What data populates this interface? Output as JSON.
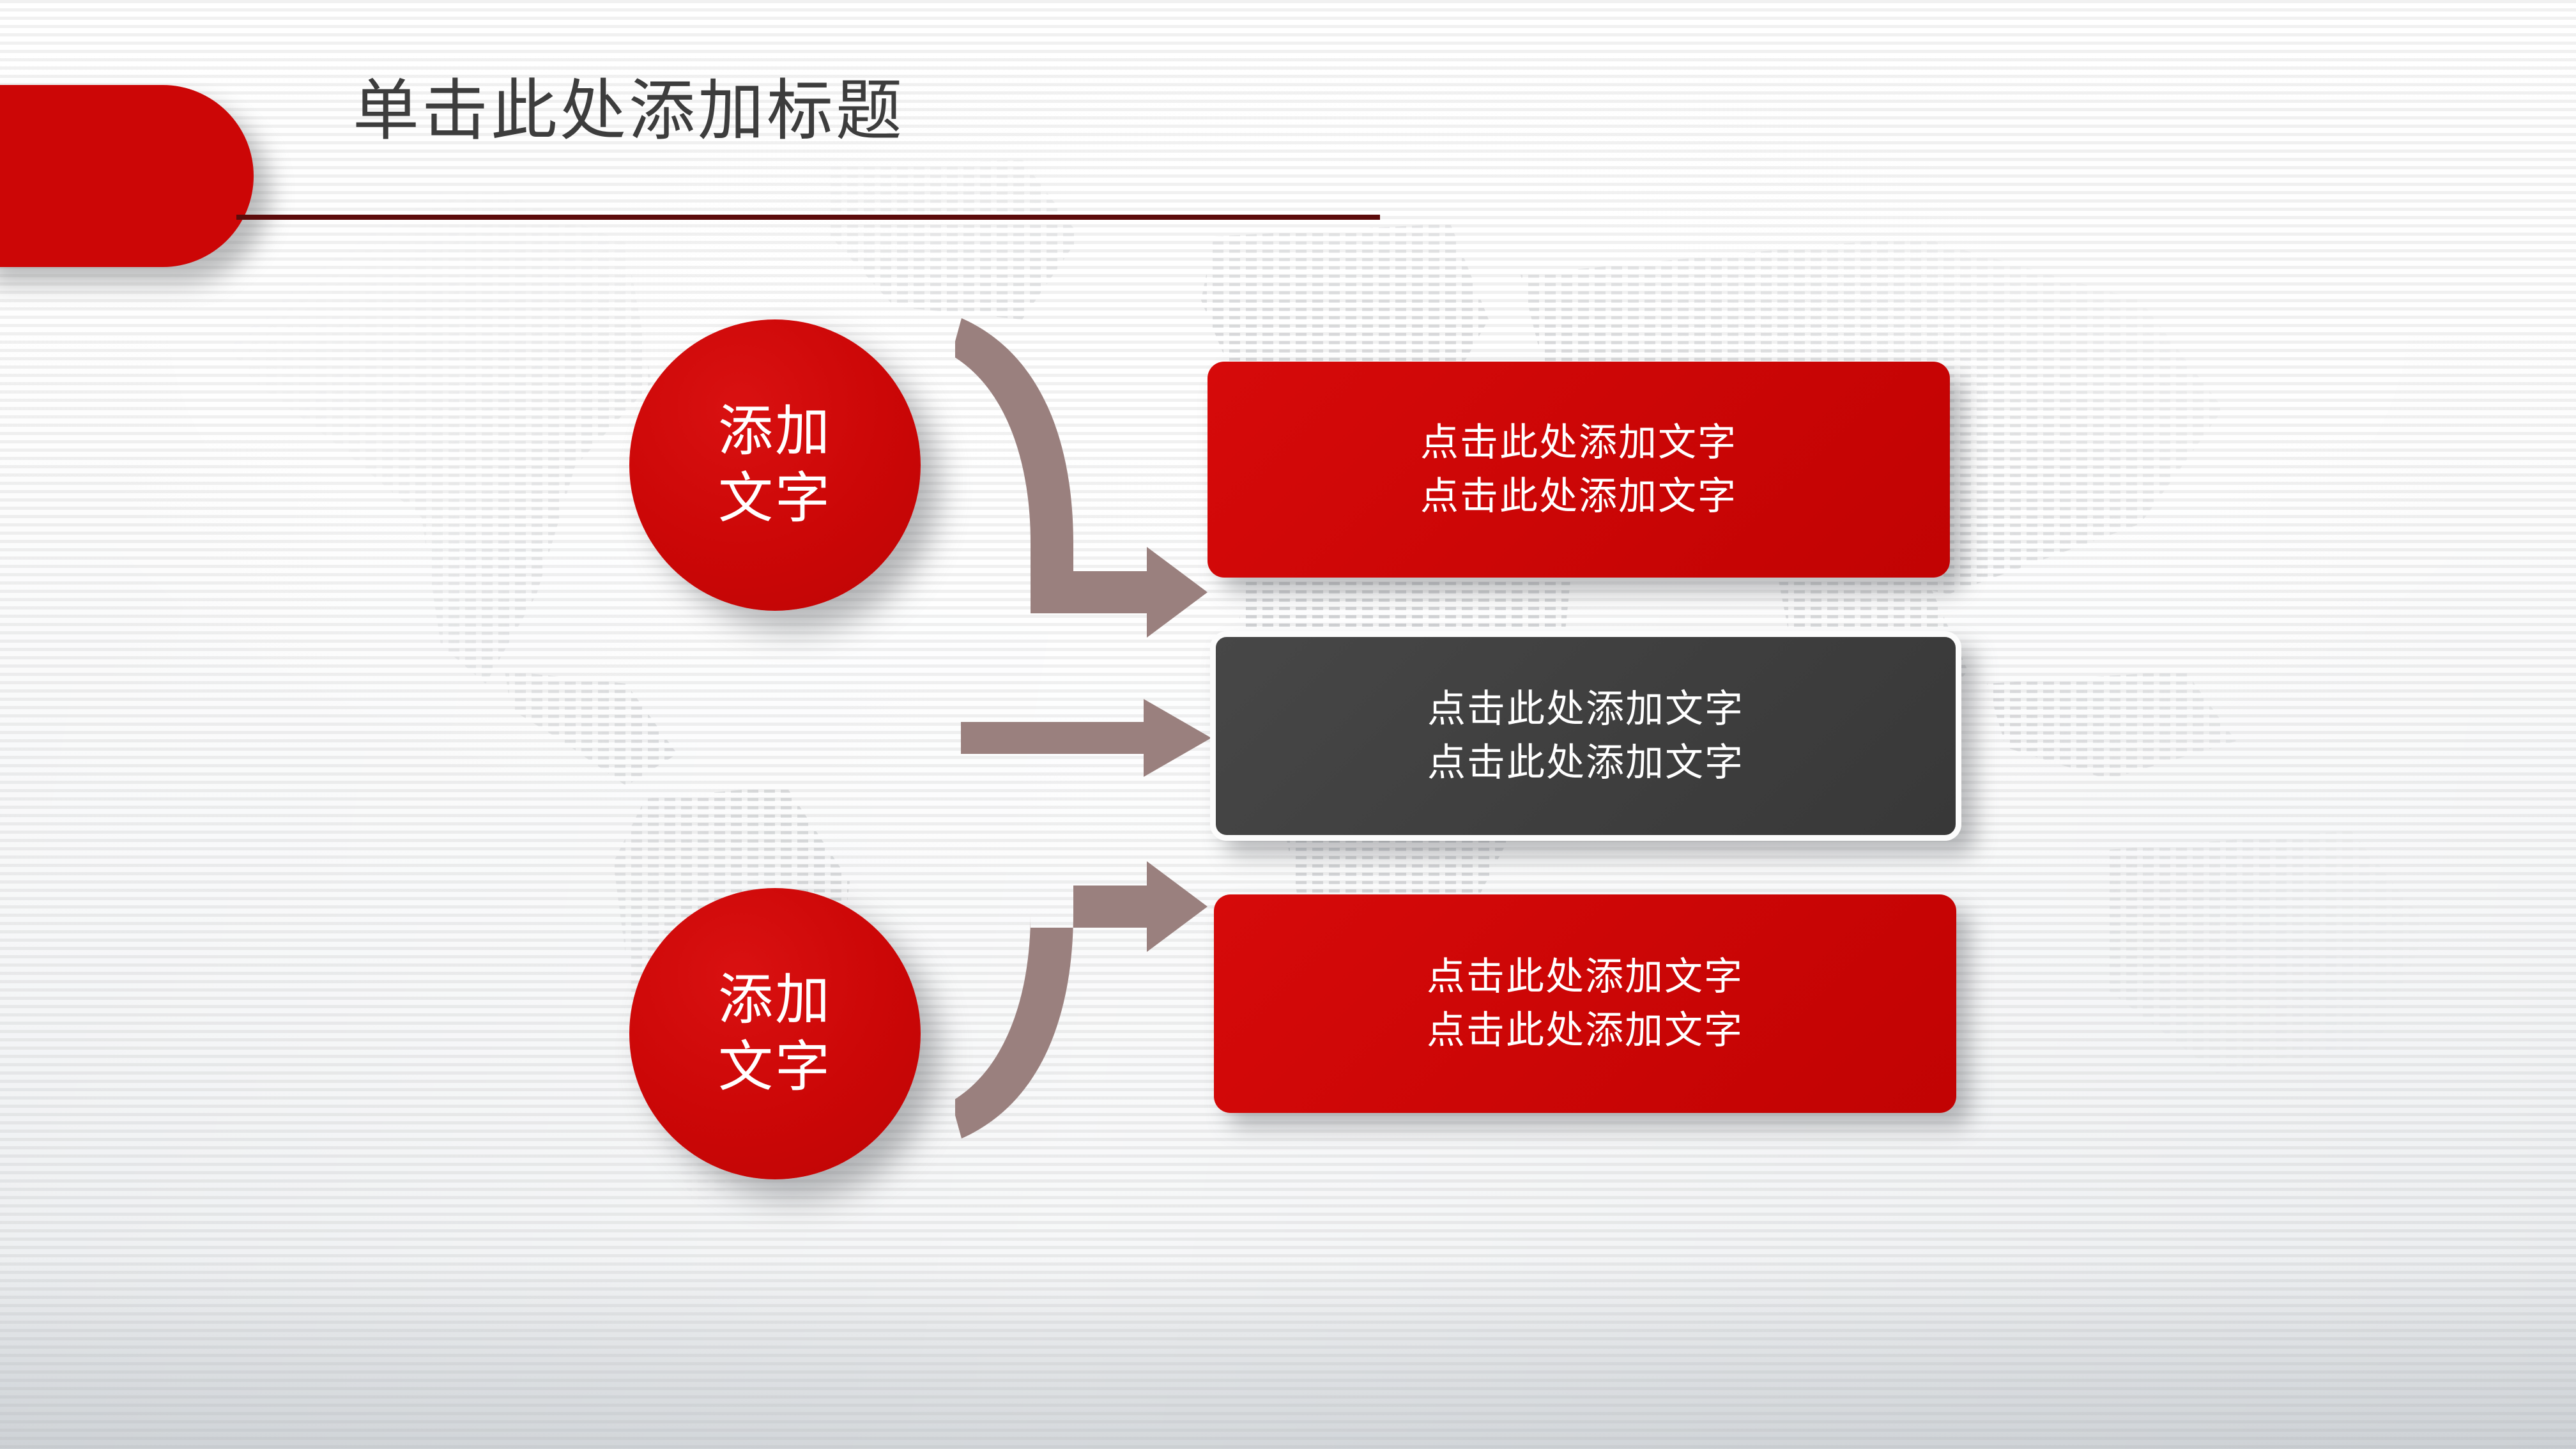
{
  "slide": {
    "title": "单击此处添加标题",
    "accent_red": "#CC0606",
    "rule_color": "#5C0B0B",
    "dark_box_color": "#3F3F3F",
    "arrow_color": "#9A807E",
    "text_color_on_fill": "#FFFFFF",
    "title_color": "#3D3D3D"
  },
  "circles": [
    {
      "line1": "添加",
      "line2": "文字"
    },
    {
      "line1": "添加",
      "line2": "文字"
    }
  ],
  "boxes": [
    {
      "line1": "点击此处添加文字",
      "line2": "点击此处添加文字",
      "style": "red"
    },
    {
      "line1": "点击此处添加文字",
      "line2": "点击此处添加文字",
      "style": "dark"
    },
    {
      "line1": "点击此处添加文字",
      "line2": "点击此处添加文字",
      "style": "red"
    }
  ],
  "arrows": [
    {
      "shape": "curved-down-right"
    },
    {
      "shape": "straight-right"
    },
    {
      "shape": "curved-up-right"
    }
  ]
}
